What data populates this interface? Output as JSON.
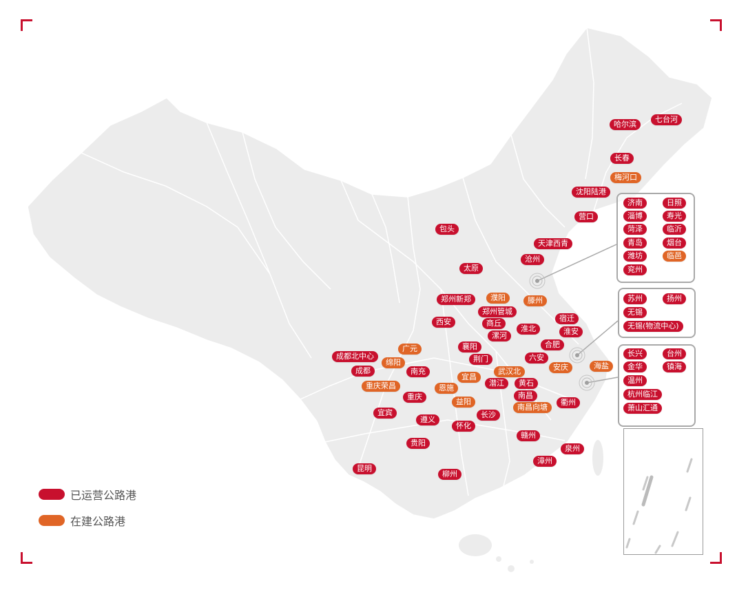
{
  "colors": {
    "operational": "#c8102e",
    "under_construction": "#e06526",
    "map_fill": "#ececec",
    "map_border": "#ffffff",
    "accent": "#c8102e"
  },
  "legend": {
    "operational": "已运营公路港",
    "under_construction": "在建公路港"
  },
  "ports": [
    {
      "name": "哈尔滨",
      "status": "operational"
    },
    {
      "name": "七台河",
      "status": "operational"
    },
    {
      "name": "长春",
      "status": "operational"
    },
    {
      "name": "梅河口",
      "status": "under_construction"
    },
    {
      "name": "沈阳陆港",
      "status": "operational"
    },
    {
      "name": "营口",
      "status": "operational"
    },
    {
      "name": "包头",
      "status": "operational"
    },
    {
      "name": "天津西青",
      "status": "operational"
    },
    {
      "name": "沧州",
      "status": "operational"
    },
    {
      "name": "太原",
      "status": "operational"
    },
    {
      "name": "郑州新郑",
      "status": "operational"
    },
    {
      "name": "濮阳",
      "status": "under_construction"
    },
    {
      "name": "滕州",
      "status": "under_construction"
    },
    {
      "name": "郑州管城",
      "status": "operational"
    },
    {
      "name": "西安",
      "status": "operational"
    },
    {
      "name": "商丘",
      "status": "operational"
    },
    {
      "name": "淮北",
      "status": "operational"
    },
    {
      "name": "宿迁",
      "status": "operational"
    },
    {
      "name": "漯河",
      "status": "operational"
    },
    {
      "name": "淮安",
      "status": "operational"
    },
    {
      "name": "襄阳",
      "status": "operational"
    },
    {
      "name": "合肥",
      "status": "operational"
    },
    {
      "name": "广元",
      "status": "under_construction"
    },
    {
      "name": "成都北中心",
      "status": "operational"
    },
    {
      "name": "荆门",
      "status": "operational"
    },
    {
      "name": "六安",
      "status": "operational"
    },
    {
      "name": "绵阳",
      "status": "under_construction"
    },
    {
      "name": "武汉北",
      "status": "under_construction"
    },
    {
      "name": "安庆",
      "status": "under_construction"
    },
    {
      "name": "海盐",
      "status": "under_construction"
    },
    {
      "name": "成都",
      "status": "operational"
    },
    {
      "name": "南充",
      "status": "operational"
    },
    {
      "name": "宜昌",
      "status": "under_construction"
    },
    {
      "name": "恩施",
      "status": "under_construction"
    },
    {
      "name": "潜江",
      "status": "operational"
    },
    {
      "name": "黄石",
      "status": "operational"
    },
    {
      "name": "重庆荣昌",
      "status": "under_construction"
    },
    {
      "name": "重庆",
      "status": "operational"
    },
    {
      "name": "南昌",
      "status": "operational"
    },
    {
      "name": "益阳",
      "status": "under_construction"
    },
    {
      "name": "衢州",
      "status": "operational"
    },
    {
      "name": "南昌向塘",
      "status": "under_construction"
    },
    {
      "name": "宜宾",
      "status": "operational"
    },
    {
      "name": "遵义",
      "status": "operational"
    },
    {
      "name": "长沙",
      "status": "operational"
    },
    {
      "name": "怀化",
      "status": "operational"
    },
    {
      "name": "贵阳",
      "status": "operational"
    },
    {
      "name": "赣州",
      "status": "operational"
    },
    {
      "name": "泉州",
      "status": "operational"
    },
    {
      "name": "漳州",
      "status": "operational"
    },
    {
      "name": "昆明",
      "status": "operational"
    },
    {
      "name": "柳州",
      "status": "operational"
    }
  ],
  "groups": [
    {
      "ports": [
        {
          "name": "济南",
          "status": "operational"
        },
        {
          "name": "日照",
          "status": "operational"
        },
        {
          "name": "淄博",
          "status": "operational"
        },
        {
          "name": "寿光",
          "status": "operational"
        },
        {
          "name": "菏泽",
          "status": "operational"
        },
        {
          "name": "临沂",
          "status": "operational"
        },
        {
          "name": "青岛",
          "status": "operational"
        },
        {
          "name": "烟台",
          "status": "operational"
        },
        {
          "name": "潍坊",
          "status": "operational"
        },
        {
          "name": "临邑",
          "status": "under_construction"
        },
        {
          "name": "兖州",
          "status": "operational"
        }
      ]
    },
    {
      "ports": [
        {
          "name": "苏州",
          "status": "operational"
        },
        {
          "name": "扬州",
          "status": "operational"
        },
        {
          "name": "无锡",
          "status": "operational"
        },
        {
          "name": "无锡(物流中心)",
          "status": "operational"
        }
      ]
    },
    {
      "ports": [
        {
          "name": "长兴",
          "status": "operational"
        },
        {
          "name": "台州",
          "status": "operational"
        },
        {
          "name": "金华",
          "status": "operational"
        },
        {
          "name": "镇海",
          "status": "operational"
        },
        {
          "name": "温州",
          "status": "operational"
        },
        {
          "name": "杭州临江",
          "status": "operational"
        },
        {
          "name": "萧山汇通",
          "status": "operational"
        }
      ]
    }
  ]
}
